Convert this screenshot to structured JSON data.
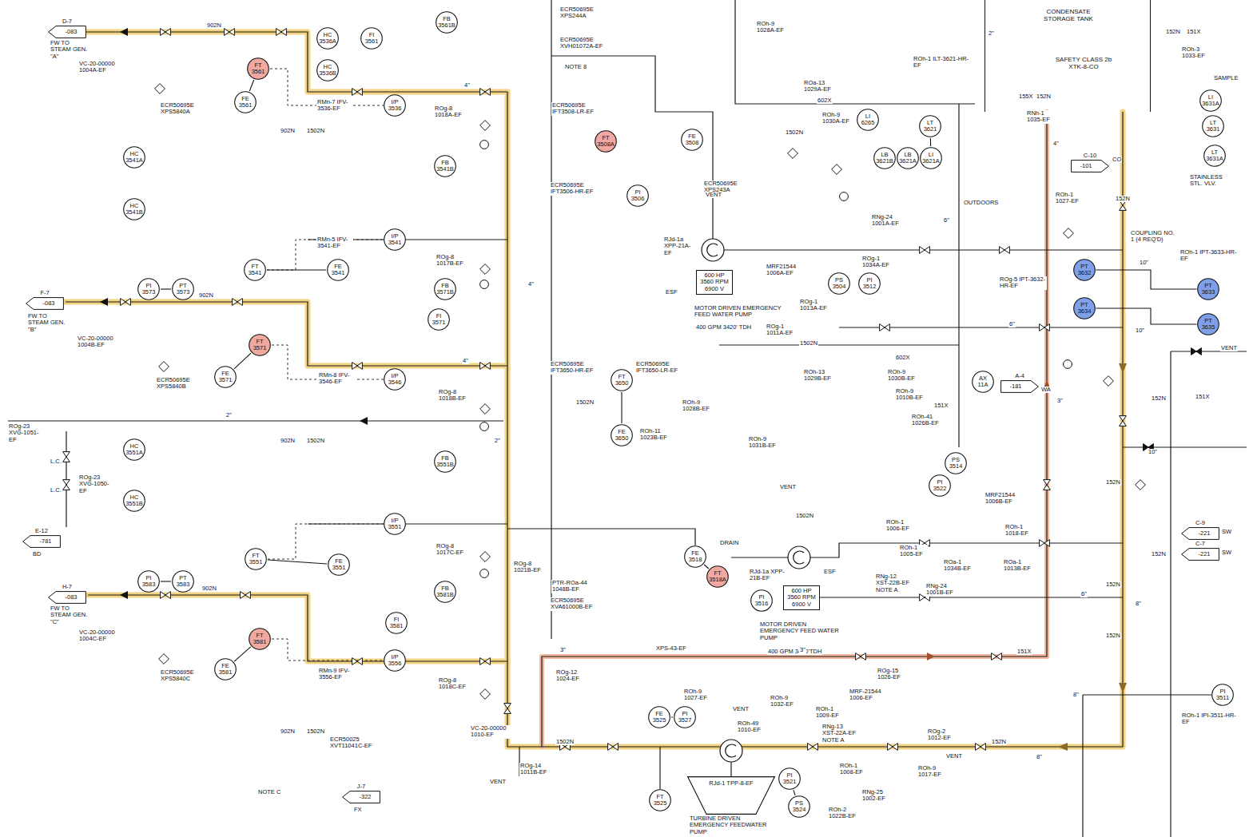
{
  "diagram": {
    "nodes": [
      {
        "text": [
          "D-7",
          "-083"
        ]
      },
      {
        "text": [
          "F-7",
          "-083"
        ]
      },
      {
        "text": [
          "H-7",
          "-083"
        ]
      },
      {
        "text": [
          "FT 3561"
        ]
      },
      {
        "text": [
          "FT 3571"
        ]
      },
      {
        "text": [
          "FT 3581"
        ]
      },
      {
        "text": [
          "FE 3561"
        ]
      },
      {
        "text": [
          "FE 3571"
        ]
      },
      {
        "text": [
          "FE 3581"
        ]
      },
      {
        "text": [
          "FT 3508A"
        ]
      },
      {
        "text": [
          "FT 3518A"
        ]
      },
      {
        "text": [
          "PT 3632"
        ]
      },
      {
        "text": [
          "PT 3634"
        ]
      },
      {
        "text": [
          "PT 3633"
        ]
      },
      {
        "text": [
          "PT 3635"
        ]
      },
      {
        "text": [
          "CONDENSATE STORAGE TANK",
          "SAFETY CLASS 2b XTK-8-CO"
        ]
      },
      {
        "text": [
          "600 HP 3560 RPM 6900 V"
        ]
      },
      {
        "text": [
          "600 HP 3560 RPM 6900 V"
        ]
      },
      {
        "text": [
          "RJd-1 TPP-8-EF"
        ]
      },
      {
        "text": [
          "FE 3525"
        ]
      },
      {
        "text": [
          "PI 3527"
        ]
      },
      {
        "text": [
          "FT 3525"
        ]
      },
      {
        "text": [
          "PI 3521"
        ]
      },
      {
        "text": [
          "PS 3524"
        ]
      },
      {
        "text": [
          "FE 3518"
        ]
      },
      {
        "text": [
          "PI 3516"
        ]
      },
      {
        "text": [
          "FE 3508"
        ]
      },
      {
        "text": [
          "PI 3506"
        ]
      },
      {
        "text": [
          "FT 3650"
        ]
      },
      {
        "text": [
          "FE 3650"
        ]
      },
      {
        "text": [
          "LI 6265"
        ]
      },
      {
        "text": [
          "LT 3621"
        ]
      },
      {
        "text": [
          "LB 3621B"
        ]
      },
      {
        "text": [
          "LB 3621A"
        ]
      },
      {
        "text": [
          "LI 3621A"
        ]
      },
      {
        "text": [
          "PS 3504"
        ]
      },
      {
        "text": [
          "PI 3512"
        ]
      },
      {
        "text": [
          "PI 3511"
        ]
      },
      {
        "text": [
          "PS 3514"
        ]
      },
      {
        "text": [
          "PI 3522"
        ]
      },
      {
        "text": [
          "A-4",
          "-181"
        ]
      },
      {
        "text": [
          "C-10",
          "-101"
        ]
      },
      {
        "text": [
          "C-9",
          "-221"
        ]
      },
      {
        "text": [
          "C-7",
          "-221"
        ]
      },
      {
        "text": [
          "E-12",
          "-781"
        ]
      },
      {
        "text": [
          "J-7",
          "-322"
        ]
      },
      {
        "text": [
          "I/P 3536"
        ]
      },
      {
        "text": [
          "I/P 3541"
        ]
      },
      {
        "text": [
          "I/P 3546"
        ]
      },
      {
        "text": [
          "I/P 3551"
        ]
      },
      {
        "text": [
          "I/P 3556"
        ]
      },
      {
        "text": [
          "FI 3561"
        ]
      },
      {
        "text": [
          "FI 3571"
        ]
      },
      {
        "text": [
          "FI 3581"
        ]
      },
      {
        "text": [
          "FT 3541"
        ]
      },
      {
        "text": [
          "FE 3541"
        ]
      },
      {
        "text": [
          "FT 3551"
        ]
      },
      {
        "text": [
          "FE 3551"
        ]
      },
      {
        "text": [
          "PT 3573"
        ]
      },
      {
        "text": [
          "PI 3573"
        ]
      },
      {
        "text": [
          "PT 3583"
        ]
      },
      {
        "text": [
          "PI 3583"
        ]
      },
      {
        "text": [
          "AX 11A"
        ]
      },
      {
        "text": [
          "LI 3631A"
        ]
      },
      {
        "text": [
          "LT 3631"
        ]
      },
      {
        "text": [
          "LT 3631A"
        ]
      },
      {
        "text": [
          "HC 3536A"
        ]
      },
      {
        "text": [
          "HC 3536B"
        ]
      },
      {
        "text": [
          "HC 3541A"
        ]
      },
      {
        "text": [
          "HC 3541B"
        ]
      },
      {
        "text": [
          "HC 3551A"
        ]
      },
      {
        "text": [
          "HC 3551B"
        ]
      },
      {
        "text": [
          "FB 3561B"
        ]
      },
      {
        "text": [
          "FB 3541B"
        ]
      },
      {
        "text": [
          "FB 3571B"
        ]
      },
      {
        "text": [
          "FB 3551B"
        ]
      },
      {
        "text": [
          "FB 3581B"
        ]
      }
    ],
    "edges": [
      {
        "from": 6,
        "to": 3,
        "arrow": "none"
      },
      {
        "from": 7,
        "to": 4,
        "arrow": "none"
      },
      {
        "from": 8,
        "to": 5,
        "arrow": "none"
      },
      {
        "from": 55,
        "to": 54,
        "arrow": "none"
      },
      {
        "from": 57,
        "to": 56,
        "arrow": "none"
      },
      {
        "from": 29,
        "to": 28,
        "arrow": "none"
      },
      {
        "from": 59,
        "to": 58,
        "arrow": "none"
      },
      {
        "from": 61,
        "to": 60,
        "arrow": "none"
      },
      {
        "from": 19,
        "to": 20,
        "arrow": "none"
      },
      {
        "from": 24,
        "to": 10,
        "arrow": "none"
      },
      {
        "from": 11,
        "to": 13,
        "arrow": "none"
      },
      {
        "from": 12,
        "to": 14,
        "arrow": "none"
      },
      {
        "from": 31,
        "to": 34,
        "arrow": "none"
      },
      {
        "from": 22,
        "to": 23,
        "arrow": "none"
      }
    ],
    "labels": [
      "FW TO STEAM GEN. \"A\"",
      "FW TO STEAM GEN. \"B\"",
      "FW TO STEAM GEN. \"C\"",
      "902N",
      "902N",
      "902N",
      "902N",
      "1502N",
      "902N",
      "1502N",
      "902N",
      "1502N",
      "ECR50695E XPS5840A",
      "ECR50695E XPS5840B",
      "ECR50695E XPS5840C",
      "VC-20-00000 1004A-EF",
      "VC-20-00000 1004B-EF",
      "VC-20-00000 1004C-EF",
      "RMn-7 IFV-3536-EF",
      "RMn-5 IFV-3541-EF",
      "RMn-8 IFV-3546-EF",
      "RMn-9 IFV-3556-EF",
      "ROg-8 1018A-EF",
      "ROg-8 1017B-EF",
      "ROg-8 1018B-EF",
      "ROg-8 1017C-EF",
      "ROg-8 1018C-EF",
      "ROg-8 1021B-EF",
      "ROg-14 1011B-EF",
      "ROg-12 1024-EF",
      "XPS-43-EF",
      "ROg-15 1026-EF",
      "ROg-2 1012-EF",
      "152N",
      "152N",
      "152N",
      "152N",
      "151X",
      "1502N",
      "MOTOR DRIVEN EMERGENCY FEED WATER PUMP",
      "400 GPM 3420' TDH",
      "MOTOR DRIVEN EMERGENCY FEED WATER PUMP",
      "400 GPM 3420'TDH",
      "TURBINE DRIVEN EMERGENCY FEEDWATER PUMP",
      "RJd-1a XPP-21A-EF",
      "RJd-1a XPP-21B-EF",
      "ESF",
      "ESF",
      "NOTE 8",
      "ROh-3 1033-EF",
      "SAMPLE",
      "STAINLESS STL. VLV.",
      "COUPLING NO. 1 (4 REQ'D)",
      "ROh-1 IPT-3633-HR-EF",
      "ROg-5 IPT-3632-HR-EF",
      "VENT",
      "ROh-1 IPI-3511-HR-EF",
      "152N",
      "151X",
      "ROh-1 ILT-3621-HR-EF",
      "RNh-1 1035-EF",
      "ROh-1 1027-EF",
      "OUTDOORS",
      "155X",
      "152N",
      "602X",
      "1502N",
      "ROa-13 1029A-EF",
      "ROh-9 1030A-EF",
      "ROh-9 1028A-EF",
      "RNg-24 1001A-EF",
      "ROg-1 1034A-EF",
      "ROg-1 1013A-EF",
      "ROg-1 1011A-EF",
      "MRF21544 1006A-EF",
      "ROh-13 1029B-EF",
      "ROh-9 1030B-EF",
      "ROh-9 1010B-EF",
      "ROh-41 1026B-EF",
      "RNg-24 1001B-EF",
      "ROh-1 1005-EF",
      "ROh-1 1006-EF",
      "RNg-12 XST-22B-EF NOTE A",
      "ROa-1 1034B-EF",
      "ROa-1 1013B-EF",
      "ROh-1 1018-EF",
      "MRF21544 1006B-EF",
      "1502N",
      "1502N",
      "ECR50695E IFT3650-HR-EF",
      "ECR50695E IFT3650-LR-EF",
      "ROh-9 1028B-EF",
      "ROh-11 1023B-EF",
      "ROh-9 1031B-EF",
      "ECR50695E IFT3508-LR-EF",
      "ECR50695E IFT3506-HR-EF",
      "ECR50695E XPS244A",
      "ECR50695E XVH01072A-EF",
      "ECR50695E XPS243A",
      "PTR-ROa-44 1048B-EF",
      "ECR50695E XVA61000B-EF",
      "DRAIN",
      "VENT",
      "VENT",
      "VENT",
      "VENT",
      "VENT",
      "ROh-9 1027-EF",
      "ROh-9 1032-EF",
      "ROh-49 1010-EF",
      "ROh-1 1009-EF",
      "ROh-1 1008-EF",
      "ROh-2 1022B-EF",
      "RNg-25 1002-EF",
      "ROh-9 1017-EF",
      "RNg-13 XST-22A-EF NOTE A",
      "MRF-21544 1006-EF",
      "ROg-23 XVG-1050-EF",
      "ROg-23 XVG-1051-EF",
      "L.C.",
      "L.C.",
      "NOTE C",
      "FX",
      "ECR50025 XVT11041C-EF",
      "VC-20-00000 1010-EF",
      "SW",
      "SW",
      "WA",
      "BD",
      "CO",
      "10\"",
      "10\"",
      "10\"",
      "8\"",
      "8\"",
      "8\"",
      "6\"",
      "6\"",
      "6\"",
      "3\"",
      "4\"",
      "2\"",
      "4\"",
      "4\"",
      "4\"",
      "2\"",
      "2\"",
      "3\"",
      "3\"",
      "1502N",
      "151X",
      "602X",
      "152N",
      "152N",
      "152N",
      "151X"
    ]
  }
}
